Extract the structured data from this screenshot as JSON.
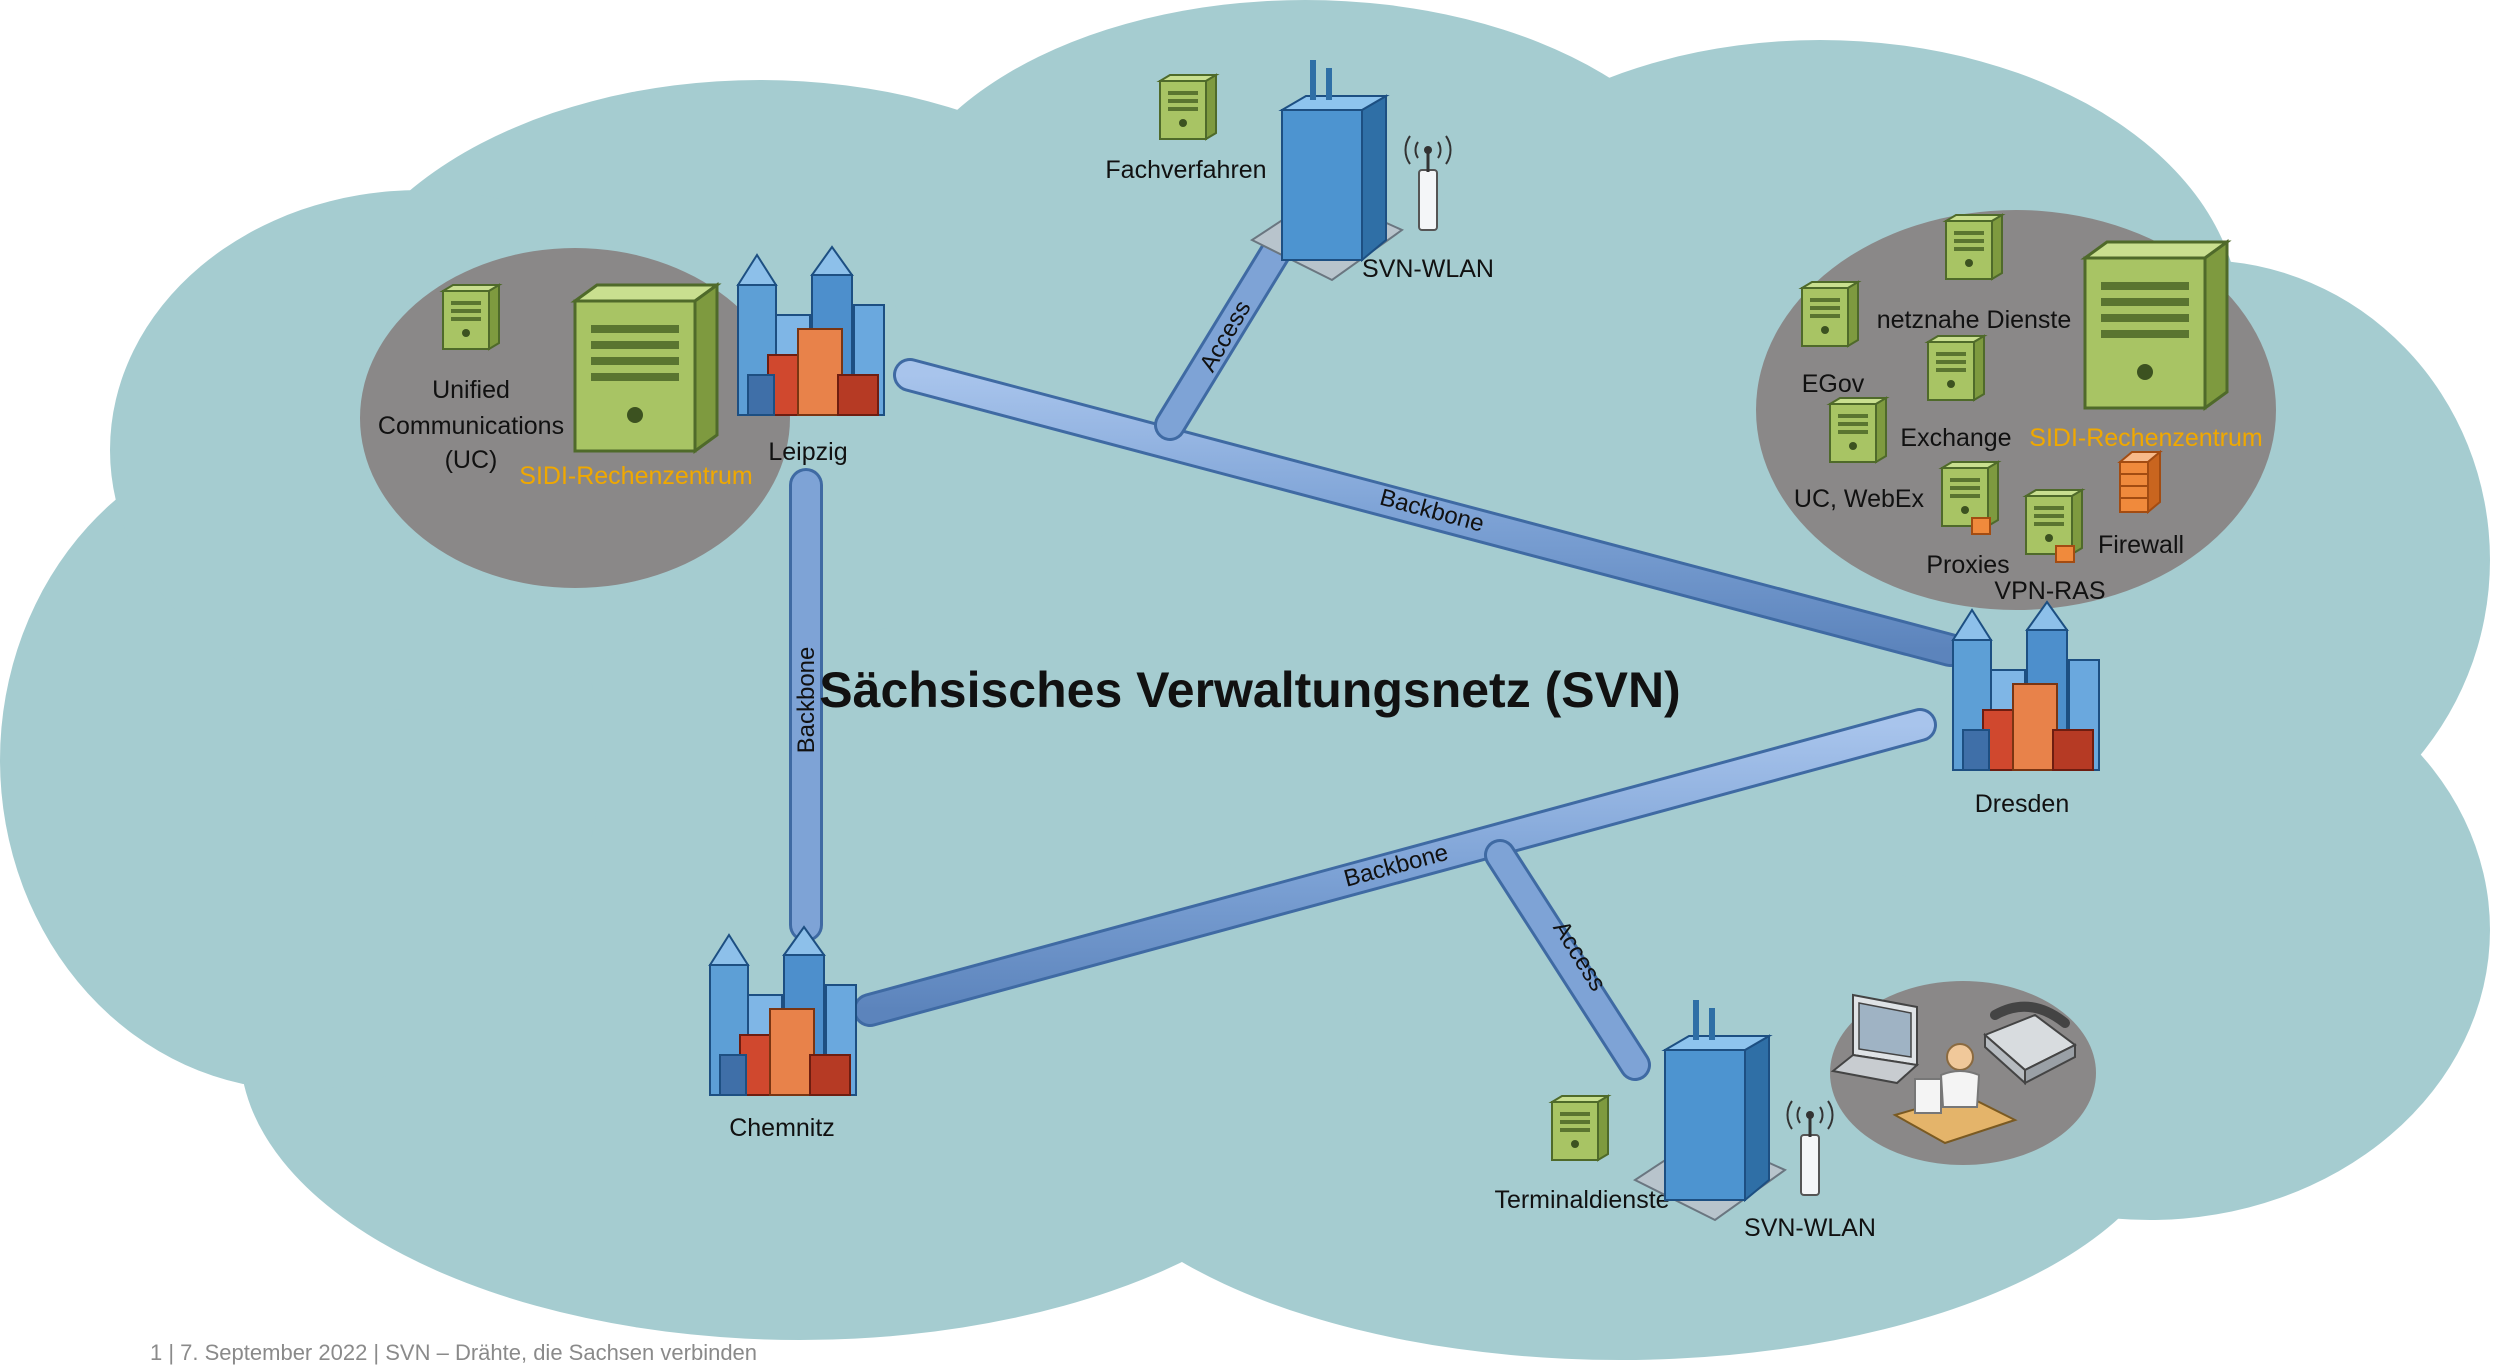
{
  "title": "Sächsisches Verwaltungsnetz (SVN)",
  "colors": {
    "cloud": "#a5ccd0",
    "cloud_edge": "#9cc4c8",
    "site_bubble": "#8a8888",
    "pipe": "#7ea3d6",
    "server_green": "#a8c464",
    "highlight_orange": "#f0a800"
  },
  "cities": {
    "leipzig": "Leipzig",
    "dresden": "Dresden",
    "chemnitz": "Chemnitz"
  },
  "links": {
    "leipzig_dresden": "Backbone",
    "leipzig_chemnitz": "Backbone",
    "chemnitz_dresden": "Backbone",
    "access_top": "Access",
    "access_bottom": "Access"
  },
  "leipzig_site": {
    "uc_line1": "Unified",
    "uc_line2": "Communications",
    "uc_line3": "(UC)",
    "datacenter": "SIDI-Rechenzentrum"
  },
  "dresden_site": {
    "netznahe": "netznahe Dienste",
    "egov": "EGov",
    "exchange": "Exchange",
    "datacenter": "SIDI-Rechenzentrum",
    "uc_webex": "UC, WebEx",
    "proxies": "Proxies",
    "firewall": "Firewall",
    "vpn_ras": "VPN-RAS"
  },
  "top_site": {
    "fachverfahren": "Fachverfahren",
    "wlan": "SVN-WLAN"
  },
  "bottom_site": {
    "terminal": "Terminaldienste",
    "wlan": "SVN-WLAN"
  },
  "footer": "1 | 7. September 2022 | SVN – Drähte, die Sachsen verbinden"
}
